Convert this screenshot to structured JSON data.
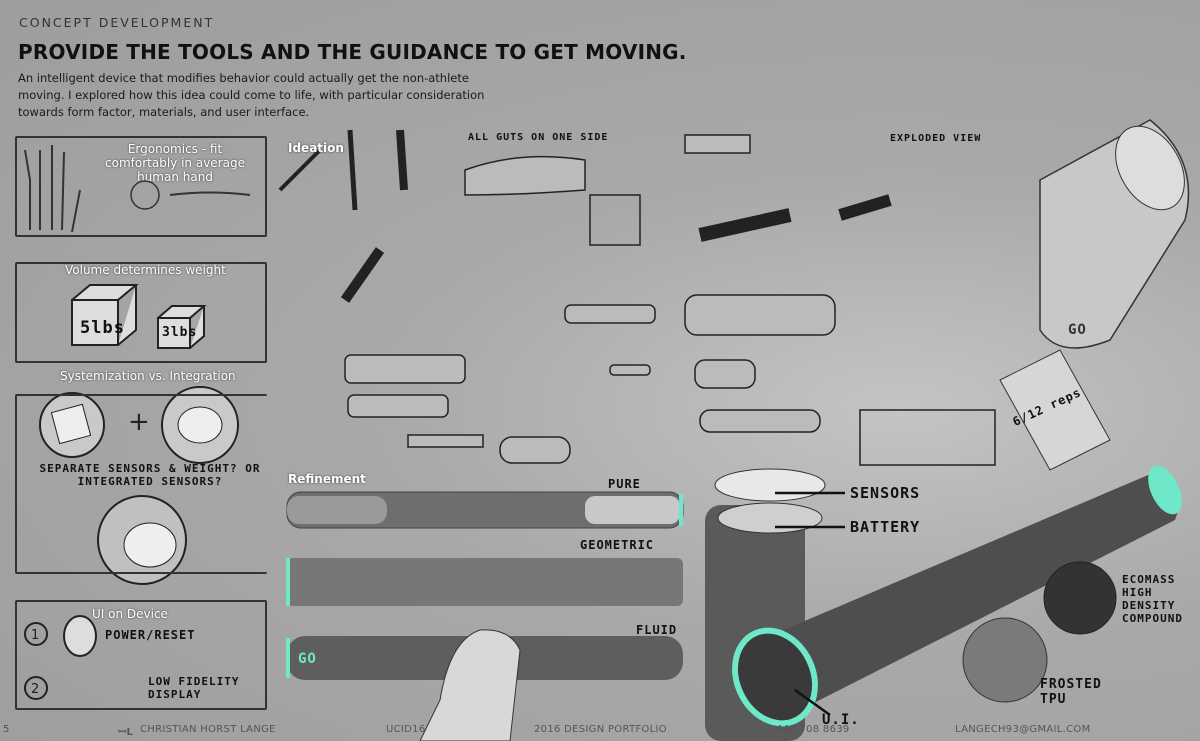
{
  "header": {
    "section": "CONCEPT DEVELOPMENT",
    "title": "PROVIDE THE TOOLS AND THE GUIDANCE TO GET MOVING.",
    "intro": "An intelligent device that modifies behavior could actually get the non-athlete moving. I explored how this idea could come to life, with particular consideration towards form factor, materials, and user interface."
  },
  "panels": {
    "ergonomics": "Ergonomics - fit comfortably in average human hand",
    "volume": "Volume determines weight",
    "weight_a": "5lbs",
    "weight_b": "3lbs",
    "systemization": "Systemization vs. Integration",
    "sys_question": "SEPARATE SENSORS & WEIGHT? OR INTEGRATED SENSORS?",
    "ui": "UI on Device",
    "ui_1": "POWER/RESET",
    "ui_2": "LOW FIDELITY DISPLAY"
  },
  "sections": {
    "ideation": "Ideation",
    "refinement": "Refinement"
  },
  "sketch_notes": {
    "all_guts": "ALL GUTS ON ONE SIDE",
    "exploded": "EXPLODED VIEW",
    "go": "GO",
    "count": "6/12 reps"
  },
  "refinement": {
    "pure": "PURE",
    "geometric": "GEOMETRIC",
    "fluid": "FLUID",
    "display": "GO"
  },
  "render": {
    "sensors": "SENSORS",
    "battery": "BATTERY",
    "ecomass": "ECOMASS HIGH DENSITY COMPOUND",
    "frosted": "FROSTED TPU",
    "ui": "U.I."
  },
  "footer": {
    "page": "5",
    "name": "CHRISTIAN HORST LANGE",
    "school": "UCID16",
    "portfolio": "2016 DESIGN PORTFOLIO",
    "phone": "440 708 8639",
    "email": "LANGECH93@GMAIL.COM"
  },
  "colors": {
    "accent": "#6ee8c8"
  }
}
